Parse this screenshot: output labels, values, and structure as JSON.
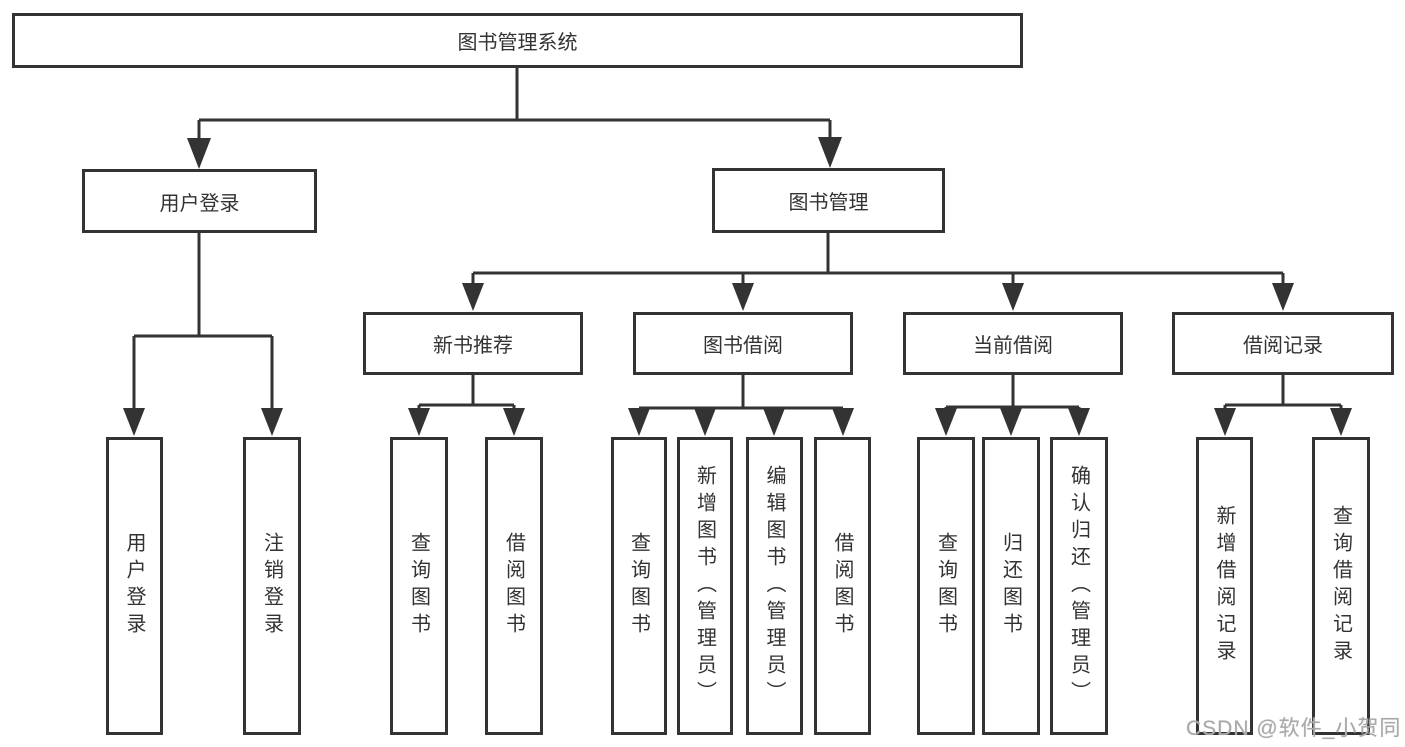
{
  "diagram": {
    "title": "图书管理系统",
    "watermark": "CSDN @软件_小贺同学",
    "colors": {
      "line": "#333333",
      "box_border": "#333333",
      "box_background": "#ffffff",
      "text": "#333333",
      "watermark_text": "#a9a9a9"
    },
    "root": {
      "label": "图书管理系统"
    },
    "branches": [
      {
        "label": "用户登录",
        "children": [
          {
            "label": "用户登录"
          },
          {
            "label": "注销登录"
          }
        ]
      },
      {
        "label": "图书管理",
        "children": [
          {
            "label": "新书推荐",
            "children": [
              {
                "label": "查询图书"
              },
              {
                "label": "借阅图书"
              }
            ]
          },
          {
            "label": "图书借阅",
            "children": [
              {
                "label": "查询图书"
              },
              {
                "label": "新增图书（管理员）"
              },
              {
                "label": "编辑图书（管理员）"
              },
              {
                "label": "借阅图书"
              }
            ]
          },
          {
            "label": "当前借阅",
            "children": [
              {
                "label": "查询图书"
              },
              {
                "label": "归还图书"
              },
              {
                "label": "确认归还（管理员）"
              }
            ]
          },
          {
            "label": "借阅记录",
            "children": [
              {
                "label": "新增借阅记录"
              },
              {
                "label": "查询借阅记录"
              }
            ]
          }
        ]
      }
    ]
  }
}
